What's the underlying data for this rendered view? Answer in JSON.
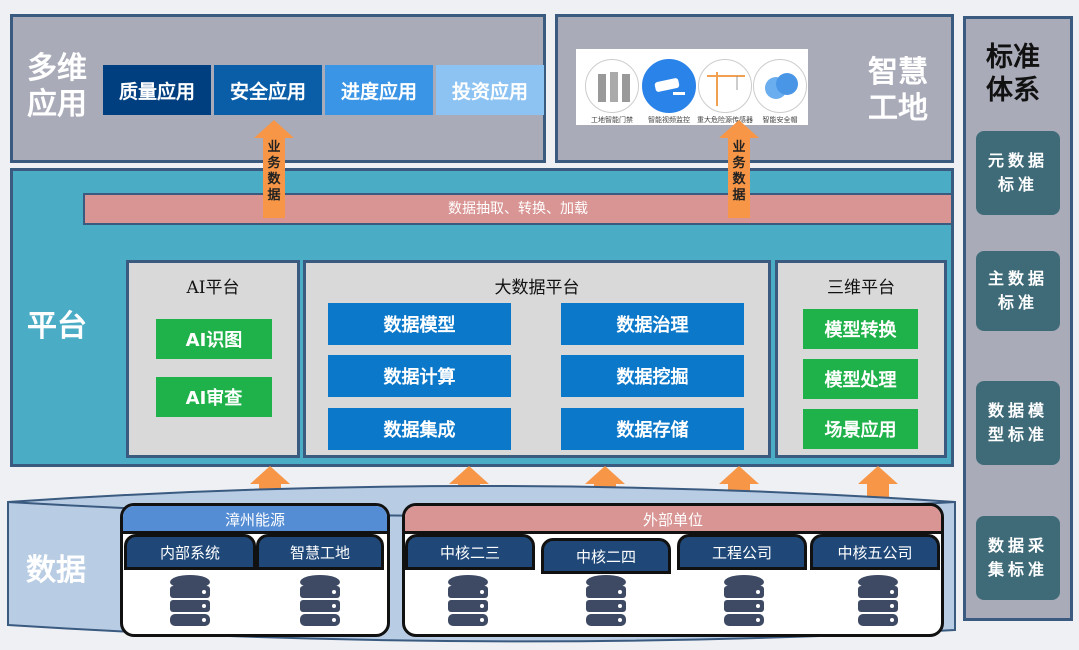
{
  "apps": {
    "title": "多维应用",
    "tabs": [
      {
        "label": "质量应用",
        "color": "#003f7f"
      },
      {
        "label": "安全应用",
        "color": "#0a5ea8"
      },
      {
        "label": "进度应用",
        "color": "#3a95e6"
      },
      {
        "label": "投资应用",
        "color": "#8cc3f2"
      }
    ]
  },
  "site": {
    "title": "智慧工地",
    "icons": [
      {
        "name": "turnstile-icon",
        "label": "工地智能门禁"
      },
      {
        "name": "camera-icon",
        "label": "智能视频监控"
      },
      {
        "name": "tower-crane-icon",
        "label": "重大危险源传感器"
      },
      {
        "name": "helmet-icon",
        "label": "智能安全帽"
      }
    ]
  },
  "arrow_label": "业务数据",
  "platform": {
    "title": "平台",
    "etl": "数据抽取、转换、加载",
    "ai": {
      "title": "AI平台",
      "items": [
        "AI识图",
        "AI审查"
      ]
    },
    "bigdata": {
      "title": "大数据平台",
      "items": [
        "数据模型",
        "数据治理",
        "数据计算",
        "数据挖掘",
        "数据集成",
        "数据存储"
      ]
    },
    "threed": {
      "title": "三维平台",
      "items": [
        "模型转换",
        "模型处理",
        "场景应用"
      ]
    }
  },
  "data": {
    "title": "数据",
    "group1": {
      "label": "漳州能源",
      "color": "#548dd4",
      "units": [
        "内部系统",
        "智慧工地"
      ]
    },
    "group2": {
      "label": "外部单位",
      "color": "#d99594",
      "units": [
        "中核二三",
        "中核二四",
        "工程公司",
        "中核五公司"
      ]
    }
  },
  "standards": {
    "title": "标准体系",
    "items": [
      "元数据标准",
      "主数据标准",
      "数据模型标准",
      "数据采集标准"
    ]
  },
  "colors": {
    "platform": "#4bacc6",
    "etl": "#d99594",
    "arrow": "#f79646",
    "border": "#3a5a80"
  }
}
